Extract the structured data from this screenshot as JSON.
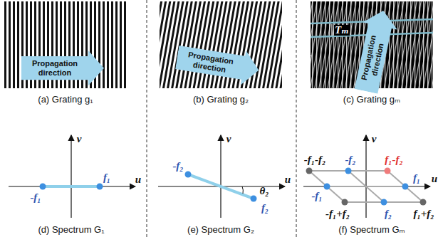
{
  "diagram": {
    "nodes": [
      {
        "text": [
          "Propagation direction"
        ]
      },
      {
        "text": [
          "Propagation direction"
        ]
      },
      {
        "text": [
          "Propagation direction"
        ]
      }
    ],
    "labels": [
      "(a) Grating g₁",
      "(b) Grating g₂",
      "(c) Grating gₘ",
      "(d) Spectrum G₁",
      "(e) Spectrum G₂",
      "(f) Spectrum Gₘ",
      "Tₘ",
      "v",
      "u",
      "f₁",
      "-f₁",
      "v",
      "u",
      "-f₂",
      "f₂",
      "θ₂",
      "v",
      "u",
      "-f₁-f₂",
      "-f₂",
      "f₁-f₂",
      "f₁",
      "-f₁",
      "f₂",
      "-f₁+f₂",
      "f₁+f₂"
    ]
  }
}
